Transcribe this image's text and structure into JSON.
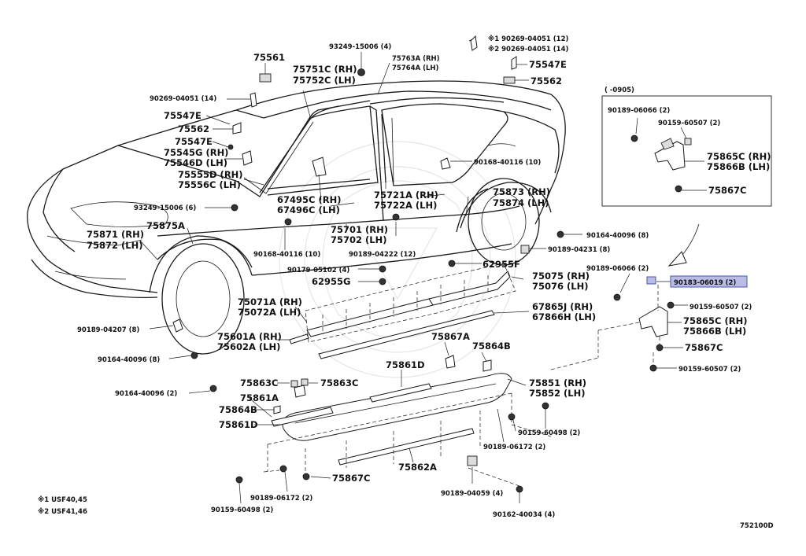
{
  "diagram": {
    "code": "752100D",
    "notes": [
      "※1 USF40,45",
      "※2 USF41,46"
    ],
    "inset_header": "(      -0905)",
    "highlighted_part": "90183-06019 (2)",
    "labels": {
      "p75561": "75561",
      "p93249_top": "93249-15006 (4)",
      "p75751": "75751C (RH)",
      "p75752": "75752C (LH)",
      "p75763": "75763A (RH)",
      "p75764": "75764A (LH)",
      "p190269": "※1 90269-04051 (12)",
      "p290269": "※2 90269-04051 (14)",
      "p75547e_top": "75547E",
      "p75562_top": "75562",
      "p90269": "90269-04051 (14)",
      "p75547e": "75547E",
      "p75562": "75562",
      "p75547e2": "75547E",
      "p75545": "75545G (RH)",
      "p75546": "75546D (LH)",
      "p75555": "75555D (RH)",
      "p75556": "75556C (LH)",
      "p67495": "67495C (RH)",
      "p67496": "67496C (LH)",
      "p93249_mid": "93249-15006 (6)",
      "p90168_top": "90168-40116 (10)",
      "p75721": "75721A (RH)",
      "p75722": "75722A (LH)",
      "p75873": "75873 (RH)",
      "p75874": "75874 (LH)",
      "p75871": "75871 (RH)",
      "p75872": "75872 (LH)",
      "p75875": "75875A",
      "p75701": "75701 (RH)",
      "p75702": "75702 (LH)",
      "p90164_top": "90164-40096 (8)",
      "p90189_04231": "90189-04231 (8)",
      "p90168_bot": "90168-40116 (10)",
      "p90189_04222": "90189-04222 (12)",
      "p90179": "90179-05102 (4)",
      "p62955f": "62955F",
      "p75075": "75075 (RH)",
      "p75076": "75076 (LH)",
      "p62955g": "62955G",
      "p75071": "75071A (RH)",
      "p75072": "75072A (LH)",
      "p67865": "67865J (RH)",
      "p67866": "67866H (LH)",
      "p90189_04207": "90189-04207 (8)",
      "p75601": "75601A (RH)",
      "p75602": "75602A (LH)",
      "p75867a": "75867A",
      "p75864b": "75864B",
      "p90164_mid": "90164-40096 (8)",
      "p75861d": "75861D",
      "p75851": "75851 (RH)",
      "p75852": "75852 (LH)",
      "p75863c_l": "75863C",
      "p75863c_r": "75863C",
      "p90164_bot": "90164-40096 (2)",
      "p75861a": "75861A",
      "p75864b2": "75864B",
      "p75861d2": "75861D",
      "p90159_60498_r": "90159-60498 (2)",
      "p90189_06172_r": "90189-06172 (2)",
      "p75862a": "75862A",
      "p75867c_bot": "75867C",
      "p90189_06172_b": "90189-06172 (2)",
      "p90159_60498_b": "90159-60498 (2)",
      "p90189_04059": "90189-04059 (4)",
      "p90162": "90162-40034 (4)",
      "in_90189_06066": "90189-06066 (2)",
      "in_90159_60507": "90159-60507 (2)",
      "in_75865": "75865C (RH)",
      "in_75866": "75866B (LH)",
      "in_75867c": "75867C",
      "r_90189_06066": "90189-06066 (2)",
      "r_90159_60507": "90159-60507 (2)",
      "r_75865": "75865C (RH)",
      "r_75866": "75866B (LH)",
      "r_75867c": "75867C",
      "r_90159_60507b": "90159-60507 (2)"
    }
  }
}
